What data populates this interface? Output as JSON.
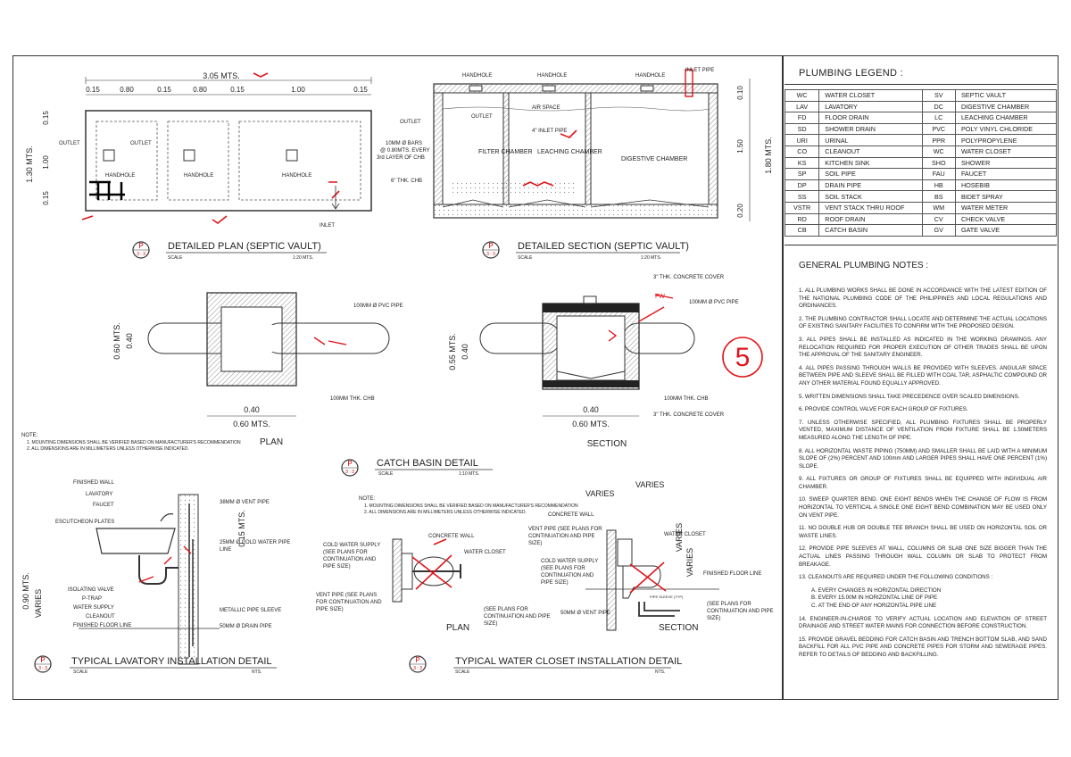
{
  "legend": {
    "title": "PLUMBING LEGEND :",
    "rows": [
      {
        "c1": "WC",
        "d1": "WATER CLOSET",
        "c2": "SV",
        "d2": "SEPTIC VAULT"
      },
      {
        "c1": "LAV",
        "d1": "LAVATORY",
        "c2": "DC",
        "d2": "DIGESTIVE CHAMBER"
      },
      {
        "c1": "FD",
        "d1": "FLOOR DRAIN",
        "c2": "LC",
        "d2": "LEACHING CHAMBER"
      },
      {
        "c1": "SD",
        "d1": "SHOWER DRAIN",
        "c2": "PVC",
        "d2": "POLY VINYL CHLORIDE"
      },
      {
        "c1": "URI",
        "d1": "URINAL",
        "c2": "PPR",
        "d2": "POLYPROPYLENE"
      },
      {
        "c1": "CO",
        "d1": "CLEANOUT",
        "c2": "WC",
        "d2": "WATER CLOSET"
      },
      {
        "c1": "KS",
        "d1": "KITCHEN SINK",
        "c2": "SHO",
        "d2": "SHOWER"
      },
      {
        "c1": "SP",
        "d1": "SOIL PIPE",
        "c2": "FAU",
        "d2": "FAUCET"
      },
      {
        "c1": "DP",
        "d1": "DRAIN PIPE",
        "c2": "HB",
        "d2": "HOSEBIB"
      },
      {
        "c1": "SS",
        "d1": "SOIL STACK",
        "c2": "BS",
        "d2": "BIDET SPRAY"
      },
      {
        "c1": "VSTR",
        "d1": "VENT STACK THRU ROOF",
        "c2": "WM",
        "d2": "WATER METER"
      },
      {
        "c1": "RD",
        "d1": "ROOF DRAIN",
        "c2": "CV",
        "d2": "CHECK VALVE"
      },
      {
        "c1": "CB",
        "d1": "CATCH BASIN",
        "c2": "GV",
        "d2": "GATE VALVE"
      }
    ]
  },
  "notes": {
    "title": "GENERAL PLUMBING NOTES :",
    "items": [
      "1.      ALL PLUMBING WORKS SHALL BE DONE IN ACCORDANCE WITH THE LATEST EDITION OF THE NATIONAL PLUMBING CODE OF THE PHILIPPINES AND LOCAL REGULATIONS AND ORDINANCES.",
      "2.      THE PLUMBING CONTRACTOR SHALL LOCATE AND DETERMINE THE ACTUAL LOCATIONS OF EXISTING SANITARY FACILITIES TO CONFIRM WITH THE PROPOSED DESIGN.",
      "3.      ALL PIPES SHALL BE INSTALLED AS INDICATED IN THE WORKING DRAWINGS.  ANY RELOCATION REQUIRED FOR PROPER EXECUTION OF OTHER TRADES SHALL BE UPON THE APPROVAL OF THE SANITARY ENGINEER.",
      "4.      ALL PIPES PASSING THROUGH WALLS BE PROVIDED WITH SLEEVES.  ANGULAR SPACE BETWEEN PIPE AND SLEEVE SHALL BE FILLED WITH COAL TAR, ASPHALTIC COMPOUND OR ANY OTHER MATERIAL FOUND EQUALLY APPROVED.",
      "5.      WRITTEN DIMENSIONS SHALL TAKE PRECEDENCE OVER SCALED DIMENSIONS.",
      "6.      PROVIDE CONTROL VALVE FOR EACH GROUP OF FIXTURES.",
      "7.      UNLESS OTHERWISE SPECIFIED, ALL PLUMBING FIXTURES SHALL BE PROPERLY VENTED, MAXIMUM DISTANCE OF VENTILATION FROM FIXTURE SHALL BE 1.50METERS MEASURED ALONG THE LENGTH OF PIPE.",
      "8.      ALL HORIZONTAL WASTE PIPING (750MM) AND SMALLER SHALL BE LAID WITH A MINIMUM SLOPE OF (2%) PERCENT AND 100mm AND LARGER PIPES SHALL HAVE ONE PERCENT (1%) SLOPE.",
      "9.      ALL FIXTURES OR GROUP OF FIXTURES SHALL BE EQUIPPED WITH INDIVIDUAL AIR CHAMBER.",
      "10.    SWEEP QUARTER BEND.   ONE EIGHT BENDS WHEN THE CHANGE OF FLOW IS FROM HORIZONTAL TO VERTICAL A SINGLE ONE EIGHT BEND COMBINATION MAY BE USED ONLY ON VENT PIPE.",
      "11.    NO DOUBLE HUB OR DOUBLE TEE BRANCH SHALL BE USED ON HORIZONTAL SOIL OR WASTE LINES.",
      "12.    PROVIDE PIPE SLEEVES AT WALL, COLUMNS OR SLAB ONE SIZE BIGGER THAN THE ACTUAL LINES PASSING THROUGH WALL COLUMN OR SLAB TO PROTECT FROM BREAKAGE.",
      "13.       CLEANOUTS ARE REQUIRED UNDER THE FOLLOWING CONDITIONS :"
    ],
    "sub_items": [
      "A.      EVERY CHANGES IN HORIZONTAL DIRECTION",
      "B.      EVERY 15.00M IN HORIZONTAL LINE OF PIPE",
      "C.      AT THE END OF ANY HORIZONTAL PIPE LINE"
    ],
    "items_after": [
      "14.    ENGINEER-IN-CHARGE TO VERIFY ACTUAL LOCATION AND ELEVATION OF STREET DRAINAGE AND STREET WATER MAINS FOR CONNECTION BEFORE CONSTRUCTION.",
      "15.      PROVIDE GRAVEL BEDDING FOR CATCH BASIN AND TRENCH BOTTOM SLAB, AND SAND BACKFILL FOR ALL PVC PIPE AND CONCRETE PIPES FOR STORM AND SEWERAGE PIPES. REFER TO DETAILS OF BEDDING AND BACKFILLING."
    ]
  },
  "plan": {
    "overall_dim": "3.05 MTS.",
    "dims_top": [
      "0.15",
      "0.80",
      "0.15",
      "0.80",
      "0.15",
      "1.00",
      "0.15"
    ],
    "dims_left": [
      "0.15",
      "1.00",
      "0.15"
    ],
    "overall_height": "1.30 MTS.",
    "labels": {
      "outlet1": "OUTLET",
      "outlet2": "OUTLET",
      "hh1": "HANDHOLE",
      "hh2": "HANDHOLE",
      "hh3": "HANDHOLE",
      "inlet": "INLET"
    },
    "title": "DETAILED PLAN (SEPTIC VAULT)",
    "scale_label": "SCALE",
    "scale": "1:20 MTS."
  },
  "section": {
    "labels": {
      "hh1": "HANDHOLE",
      "hh2": "HANDHOLE",
      "hh3": "HANDHOLE",
      "inlet_pipe": "INLET PIPE",
      "outlet_out": "OUTLET",
      "outlet_in": "OUTLET",
      "air_space": "AIR SPACE",
      "inlet4": "4\" INLET PIPE",
      "filter": "FILTER CHAMBER",
      "leach": "LEACHING CHAMBER",
      "digest": "DIGESTIVE CHAMBER",
      "bars1": "10MM Ø BARS",
      "bars2": "@ 0.80MTS. EVERY",
      "bars3": "3rd LAYER OF CHB",
      "chb": "6\" THK. CHB"
    },
    "dims_right": [
      "0.10",
      "1.50",
      "0.20"
    ],
    "overall_height": "1.80 MTS.",
    "title": "DETAILED SECTION (SEPTIC VAULT)",
    "scale_label": "SCALE",
    "scale": "1:20 MTS."
  },
  "catch_basin": {
    "plan_pvc": "100MM Ø PVC PIPE",
    "plan_chb": "100MM THK. CHB",
    "plan_h1": "0.60 MTS.",
    "plan_h2": "0.40",
    "plan_w1": "0.40",
    "plan_w2": "0.60 MTS.",
    "plan_label": "PLAN",
    "sec_cover_top": "3\" THK. CONCRETE COVER",
    "sec_pvc": "100MM Ø PVC PIPE",
    "sec_chb": "100MM THK. CHB",
    "sec_cover_bot": "3\" THK. CONCRETE COVER",
    "sec_h1": "0.55 MTS.",
    "sec_h2": "0.40",
    "sec_w1": "0.40",
    "sec_w2": "0.60 MTS.",
    "sec_label": "SECTION",
    "title": "CATCH BASIN DETAIL",
    "scale_label": "SCALE",
    "scale": "1:10 MTS."
  },
  "note1": {
    "title": "NOTE:",
    "l1": "1.     MOUNTING DIMENSIONS SHALL BE VERIFIED BASED ON MANUFACTURER'S RECOMMENDATION",
    "l2": "2.     ALL DIMENSIONS ARE IN MILLIMETERS UNLESS OTHERWISE INDICATED."
  },
  "note2": {
    "title": "NOTE:",
    "l1": "1.     MOUNTING DIMENSIONS SHALL BE VERIFIED BASED ON MANUFACTURER'S RECOMMENDATION",
    "l2": "2.     ALL DIMENSIONS ARE IN MILLIMETERS UNLESS OTHERWISE INDICATED."
  },
  "lavatory": {
    "finished_wall": "FINISHED WALL",
    "lavatory": "LAVATORY",
    "faucet": "FAUCET",
    "escutcheon": "ESCUTCHEON PLATES",
    "isolating": "ISOLATING VALVE",
    "ptrap": "P-TRAP",
    "water_supply": "WATER SUPPLY",
    "cleanout": "CLEANOUT",
    "finished_floor": "FINISHED FLOOR LINE",
    "vent": "38MM Ø VENT PIPE",
    "cold1": "25MM Ø COLD WATER PIPE",
    "cold2": "LINE",
    "sleeve": "METALLIC PIPE SLEEVE",
    "drain": "50MM Ø DRAIN PIPE",
    "dim_015": "0.15 MTS.",
    "dim_090": "0.90 MTS.",
    "varies": "VARIES",
    "title": "TYPICAL LAVATORY INSTALLATION DETAIL",
    "scale_label": "SCALE",
    "scale": "NTS."
  },
  "wc": {
    "cold1": "COLD WATER SUPPLY",
    "cold2": "(SEE PLANS FOR",
    "cold3": "CONTINUATION AND",
    "cold4": "PIPE SIZE)",
    "concrete_wall": "CONCRETE WALL",
    "water_closet": "WATER CLOSET",
    "vent1": "VENT PIPE (SEE PLANS",
    "vent2": "FOR CONTINUATION AND",
    "vent3": "PIPE SIZE)",
    "see1": "(SEE PLANS FOR",
    "see2": "CONTINUATION AND PIPE",
    "see3": "SIZE)",
    "plan_label": "PLAN",
    "varies1": "VARIES",
    "varies2": "VARIES",
    "concrete_wall2": "CONCRETE WALL",
    "svent1": "VENT PIPE (SEE PLANS FOR",
    "svent2": "CONTINUATION AND PIPE",
    "svent3": "SIZE)",
    "scold1": "COLD WATER SUPPLY",
    "scold2": "(SEE PLANS FOR",
    "scold3": "CONTINUATION AND",
    "scold4": "PIPE SIZE)",
    "swc": "WATER CLOSET",
    "varies3": "VARIES",
    "varies4": "VARIES",
    "floor": "FINISHED FLOOR LINE",
    "sleeve": "PIPE SLEEVE (TYP)",
    "svent50": "50MM Ø VENT PIPE",
    "ssee1": "(SEE PLANS FOR",
    "ssee2": "CONTINUATION AND PIPE",
    "ssee3": "SIZE)",
    "sec_label": "SECTION",
    "title": "TYPICAL WATER CLOSET INSTALLATION DETAIL",
    "scale_label": "SCALE",
    "scale": "NTS."
  },
  "ref_badge": {
    "letter": "P",
    "sheet": "3 : 3"
  },
  "markup": {
    "circled_number": "5",
    "fw": "FW"
  }
}
